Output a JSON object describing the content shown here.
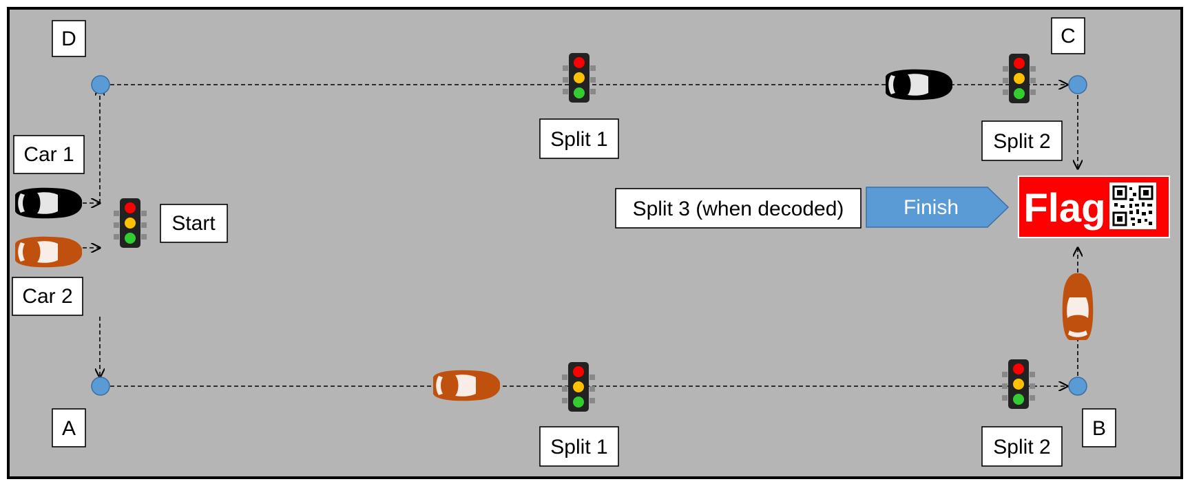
{
  "colors": {
    "track": "#b5b5b5",
    "node": "#5b9bd5",
    "finish_arrow": "#5b9bd5",
    "flag": "#ff0000",
    "car_black": "#000000",
    "car_orange": "#c0500e",
    "light_red": "#ff0000",
    "light_yellow": "#ffc000",
    "light_green": "#33cc33"
  },
  "corners": {
    "a": "A",
    "b": "B",
    "c": "C",
    "d": "D"
  },
  "labels": {
    "car1": "Car 1",
    "car2": "Car 2",
    "start": "Start",
    "split1_top": "Split 1",
    "split2_top": "Split 2",
    "split1_bottom": "Split 1",
    "split2_bottom": "Split 2",
    "split3": "Split 3 (when decoded)",
    "finish": "Finish",
    "flag": "Flag"
  },
  "icons": {
    "traffic_light": "traffic-light-icon",
    "car": "car-icon",
    "qr": "qr-code-icon",
    "route_node": "route-node"
  }
}
